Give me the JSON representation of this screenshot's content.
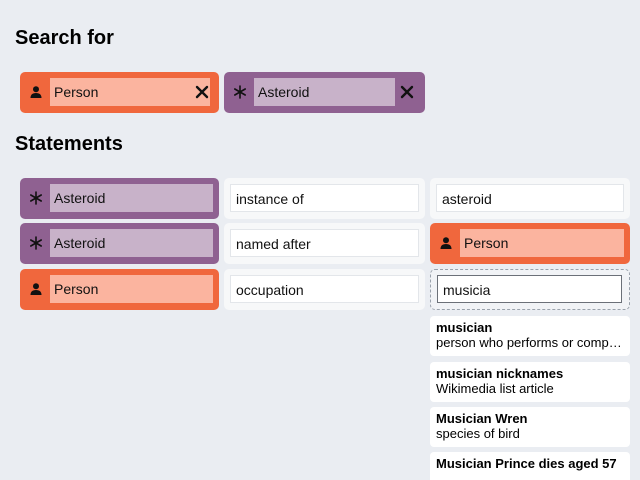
{
  "search_for": {
    "heading": "Search for",
    "items": [
      {
        "label": "Person",
        "type": "person",
        "icon": "person-icon"
      },
      {
        "label": "Asteroid",
        "type": "asteroid",
        "icon": "asterisk-icon"
      }
    ]
  },
  "statements": {
    "heading": "Statements",
    "rows": [
      {
        "subject": "Asteroid",
        "property": "instance of",
        "value": "asteroid"
      },
      {
        "subject": "Asteroid",
        "property": "named after",
        "value": "Person"
      },
      {
        "subject": "Person",
        "property": "occupation",
        "value": "musicia"
      }
    ]
  },
  "suggestions": [
    {
      "title": "musician",
      "description": "person who performs or composes music"
    },
    {
      "title": "musician nicknames",
      "description": "Wikimedia list article"
    },
    {
      "title": "Musician Wren",
      "description": "species of bird"
    },
    {
      "title": "Musician Prince dies aged 57",
      "description": ""
    }
  ],
  "colors": {
    "person_chip": "#f0673d",
    "person_field": "#fbb49f",
    "asteroid_chip": "#8f6191",
    "asteroid_field": "#c8b2c9",
    "background": "#eaedf2"
  }
}
